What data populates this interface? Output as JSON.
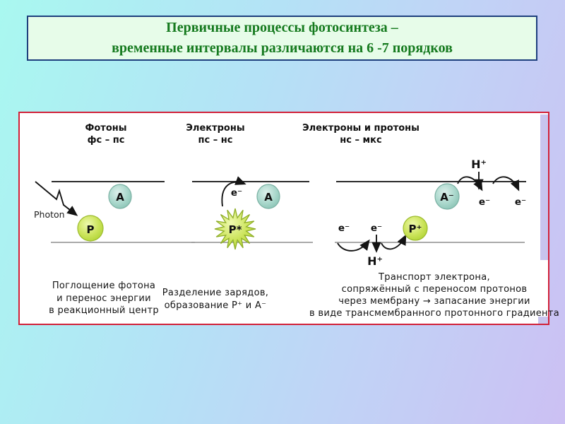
{
  "title": {
    "line1": "Первичные процессы фотосинтеза –",
    "line2": "временные интервалы различаются на 6 -7 порядков"
  },
  "panels": [
    {
      "header": [
        "Фотоны",
        "фс – пс"
      ],
      "caption": [
        "Поглощение фотона",
        "и перенос энергии",
        "в реакционный центр"
      ]
    },
    {
      "header": [
        "Электроны",
        "пс – нс"
      ],
      "caption": [
        "Разделение зарядов,",
        "образование Р⁺ и А⁻"
      ]
    },
    {
      "header": [
        "Электроны и протоны",
        "нс – мкс"
      ],
      "caption": [
        "Транспорт электрона,",
        "сопряжённый с переносом протонов",
        "через мембрану → запасание энергии",
        "в виде трансмембранного протонного градиента"
      ]
    }
  ],
  "labels": {
    "photon": "Photon",
    "acceptor": "A",
    "pigment": "P",
    "acceptor_reduced": "A⁻",
    "pigment_oxidized": "P⁺",
    "pigment_excited": "P*",
    "electron": "e⁻",
    "proton": "H⁺"
  },
  "colors": {
    "background_start": "#a9f8f0",
    "background_end": "#ccc0f3",
    "title_border": "#1e3f7d",
    "title_fill": "#e7fce9",
    "title_text": "#157a1e",
    "frame_border": "#d22038",
    "acceptor_fill": "#93cabc",
    "pigment_fill": "#bada3e",
    "lavender_strip": "#c8c4ee"
  }
}
